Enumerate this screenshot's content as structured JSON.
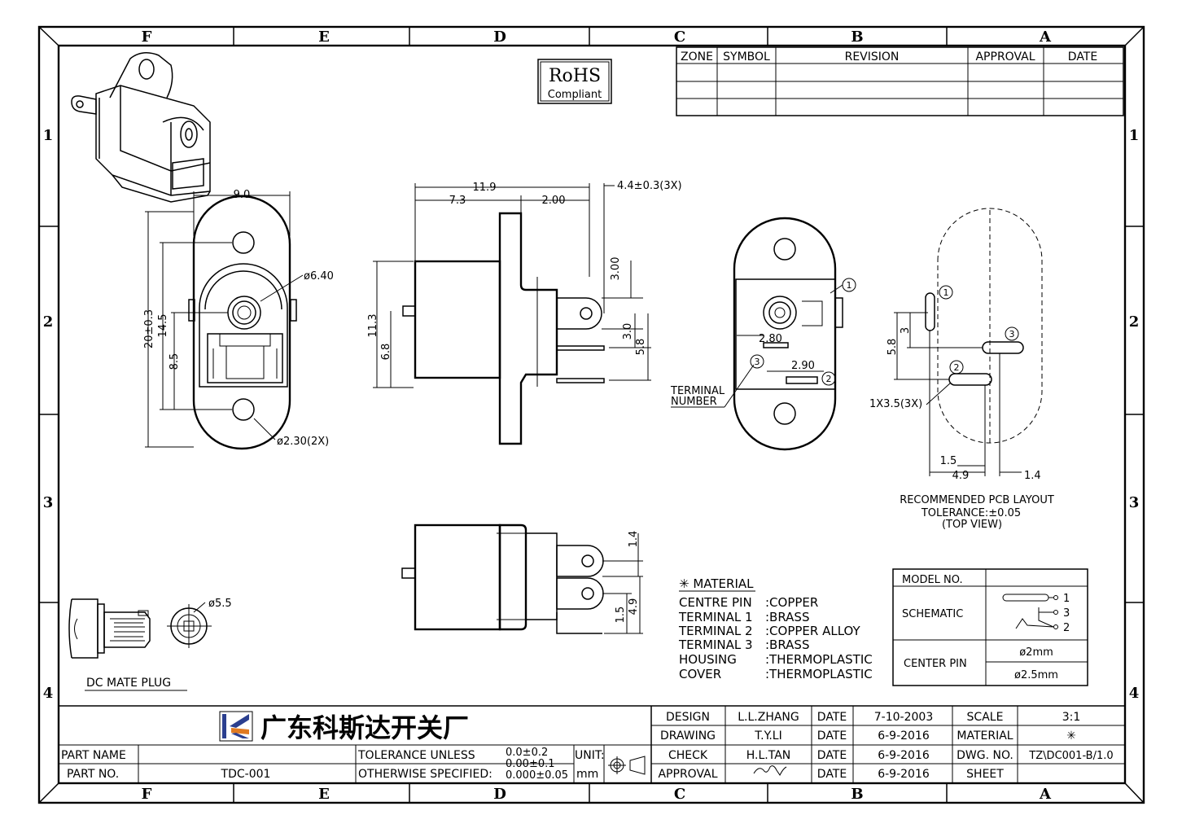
{
  "frame": {
    "cols_top": [
      "F",
      "E",
      "D",
      "C",
      "B",
      "A"
    ],
    "cols_bottom": [
      "F",
      "E",
      "D",
      "C",
      "B",
      "A"
    ],
    "rows_left": [
      "1",
      "2",
      "3",
      "4"
    ],
    "rows_right": [
      "1",
      "2",
      "3",
      "4"
    ]
  },
  "rohs": {
    "title": "RoHS",
    "sub": "Compliant"
  },
  "revision_table": {
    "headers": [
      "ZONE",
      "SYMBOL",
      "REVISION",
      "APPROVAL",
      "DATE"
    ]
  },
  "dims": {
    "front_width": "9.0",
    "front_height": "20±0.3",
    "front_14": "14.5",
    "front_85": "8.5",
    "front_hole": "ø6.40",
    "front_mount": "ø2.30(2X)",
    "side_119": "11.9",
    "side_73": "7.3",
    "side_200": "2.00",
    "side_44": "4.4±0.3(3X)",
    "side_300": "3.00",
    "side_30": "3.0",
    "side_58": "5.8",
    "side_113": "11.3",
    "side_68": "6.8",
    "rear_280": "2.80",
    "rear_290": "2.90",
    "terminal_number": [
      "TERMINAL",
      "NUMBER"
    ],
    "pcb_58": "5.8",
    "pcb_3": "3",
    "pcb_slot": "1X3.5(3X)",
    "pcb_15": "1.5",
    "pcb_49": "4.9",
    "pcb_14": "1.4",
    "bottom_14": "1.4",
    "bottom_15": "1.5",
    "bottom_49": "4.9",
    "plug_dia": "ø5.5"
  },
  "callouts": [
    "1",
    "2",
    "3"
  ],
  "pcb_layout": {
    "title": "RECOMMENDED PCB LAYOUT",
    "tolerance": "TOLERANCE:±0.05",
    "view": "(TOP VIEW)"
  },
  "plug_label": "DC MATE PLUG",
  "material": {
    "title": "✳ MATERIAL",
    "rows": [
      {
        "part": "CENTRE PIN",
        "mat": ":COPPER"
      },
      {
        "part": "TERMINAL 1",
        "mat": ":BRASS"
      },
      {
        "part": "TERMINAL 2",
        "mat": ":COPPER ALLOY"
      },
      {
        "part": "TERMINAL 3",
        "mat": ":BRASS"
      },
      {
        "part": "HOUSING",
        "mat": ":THERMOPLASTIC"
      },
      {
        "part": "COVER",
        "mat": ":THERMOPLASTIC"
      }
    ]
  },
  "model_table": {
    "model_no": "MODEL NO.",
    "schematic": "SCHEMATIC",
    "center_pin": "CENTER PIN",
    "pin_a": "ø2mm",
    "pin_b": "ø2.5mm",
    "sch_pins": [
      "1",
      "3",
      "2"
    ]
  },
  "title_block": {
    "company": "广东科斯达开关厂",
    "part_name_label": "PART NAME",
    "part_no_label": "PART NO.",
    "part_no": "TDC-001",
    "tol_line1": "TOLERANCE UNLESS",
    "tol_line2": "OTHERWISE SPECIFIED:",
    "tol_v1": "0.0±0.2",
    "tol_v2": "0.00±0.1",
    "tol_v3": "0.000±0.05",
    "unit_label": "UNIT:",
    "unit": "mm",
    "design": "DESIGN",
    "design_by": "L.L.ZHANG",
    "drawing": "DRAWING",
    "drawing_by": "T.Y.LI",
    "check": "CHECK",
    "check_by": "H.L.TAN",
    "approval": "APPROVAL",
    "date": "DATE",
    "date1": "7-10-2003",
    "date2": "6-9-2016",
    "date3": "6-9-2016",
    "date4": "6-9-2016",
    "scale": "SCALE",
    "scale_v": "3:1",
    "material": "MATERIAL",
    "material_v": "✳",
    "dwg_no": "DWG. NO.",
    "dwg_no_v": "TZ\\DC001-B/1.0",
    "sheet": "SHEET"
  }
}
